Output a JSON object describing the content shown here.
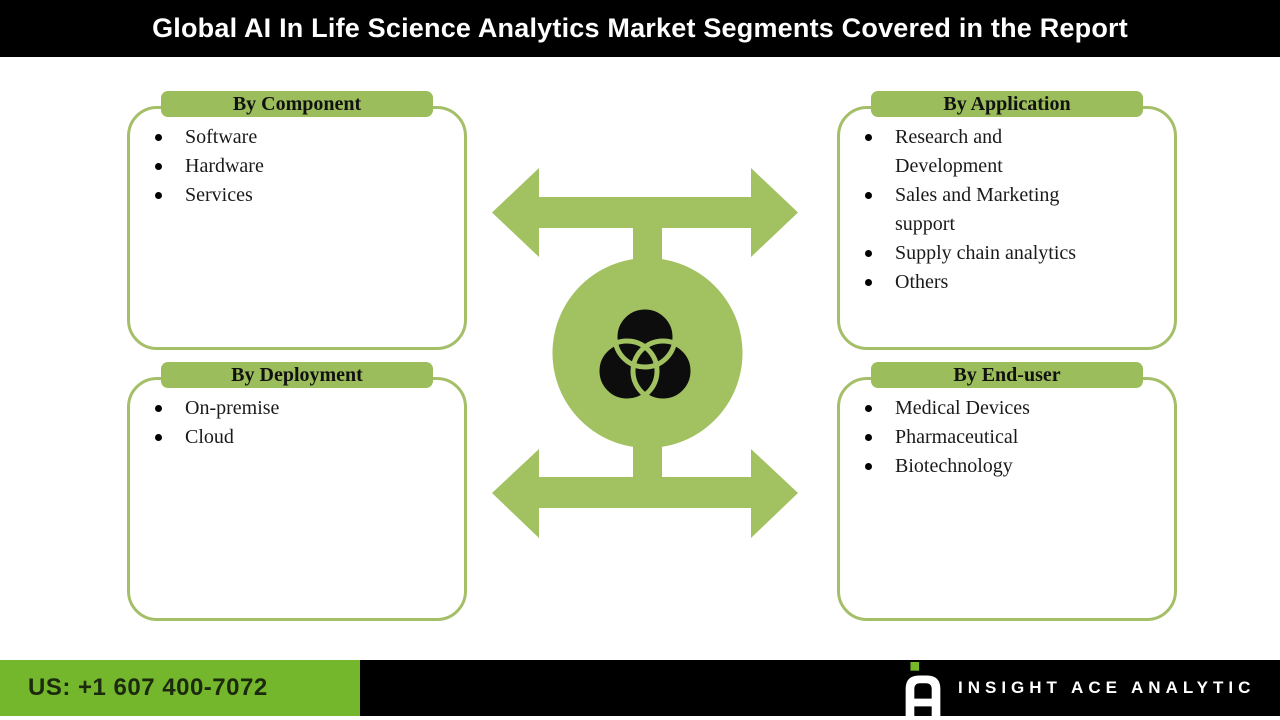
{
  "title": "Global AI In Life Science Analytics Market Segments Covered in the Report",
  "boxes": [
    {
      "id": "component",
      "title": "By Component",
      "items": [
        "Software",
        "Hardware",
        "Services"
      ]
    },
    {
      "id": "application",
      "title": "By Application",
      "items": [
        "Research and\nDevelopment",
        "Sales and Marketing\nsupport",
        "Supply chain analytics",
        "Others"
      ]
    },
    {
      "id": "deployment",
      "title": "By Deployment",
      "items": [
        "On-premise",
        "Cloud"
      ]
    },
    {
      "id": "enduser",
      "title": "By End-user",
      "items": [
        "Medical Devices",
        "Pharmaceutical",
        "Biotechnology"
      ]
    }
  ],
  "center_graphic": {
    "icon": "venn-diagram",
    "arrows": "double-headed-horizontal-top-and-bottom"
  },
  "footer": {
    "phone": "US: +1 607 400-7072",
    "brand": "INSIGHT ACE ANALYTIC",
    "logo_icon": "insight-ace-a-logo"
  },
  "colors": {
    "diagram_green": "#a2c161",
    "box_border_green": "#a4bf68",
    "tab_green": "#9cbd5b",
    "footer_green": "#74b62c",
    "header_bg": "#000000",
    "title_text": "#ffffff",
    "body_text": "#1a1a1a",
    "phone_text": "#1b2a0e"
  }
}
